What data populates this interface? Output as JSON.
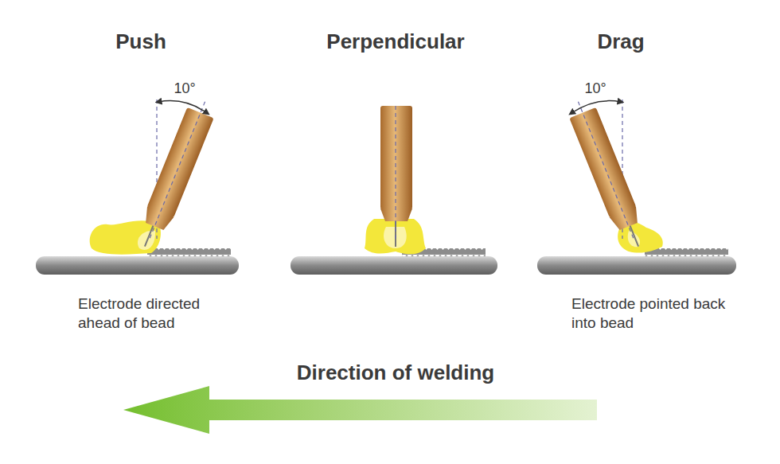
{
  "diagram": {
    "labels": [
      "Push",
      "Perpendicular",
      "Drag",
      "10°",
      "10°",
      "Electrode directed ahead of bead",
      "Electrode pointed back into bead",
      "Direction of welding"
    ]
  }
}
